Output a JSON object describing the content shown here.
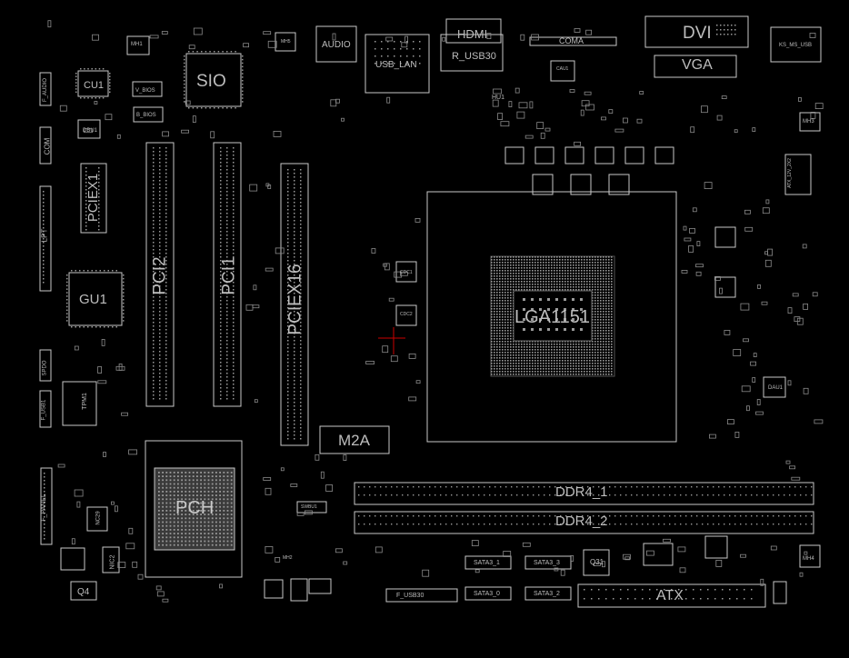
{
  "board": {
    "background": "#000000",
    "outline_color": "#c8c8c8",
    "pad_color": "#9a9a9a",
    "label_color": "#bdbdbd"
  },
  "labels": {
    "sio": "SIO",
    "cu1": "CU1",
    "mh1": "MH1",
    "v_bios": "V_BIOS",
    "b_bios": "B_BIOS",
    "dbu1": "DBU1",
    "audio": "AUDIO",
    "usb_lan": "USB_LAN",
    "hdmi": "HDMI",
    "r_usb30": "R_USB30",
    "hu1": "HU1",
    "coma": "COMA",
    "cau1": "CAU1",
    "dvi": "DVI",
    "vga": "VGA",
    "ks_ms_usb": "KS_MS_USB",
    "mh3": "MH3",
    "atx_12v_2x2": "ATX_12V_2X2",
    "mh4": "MH4",
    "pciex1": "PCIEX1",
    "pci2": "PCI2",
    "pci1": "PCI1",
    "pciex16": "PCIEX16",
    "gu1": "GU1",
    "lpt": "LPT",
    "com": "COM",
    "f_audio": "F_AUDIO",
    "spdo": "SPDO",
    "f_usb1": "F_USB1",
    "tpm1": "TPM1",
    "f_panel": "F_PANEL",
    "pch": "PCH",
    "m2a": "M2A",
    "lga1151": "LGA1151",
    "cdc1": "CDC1",
    "cdc2": "CDC2",
    "dau1": "DAU1",
    "ddr4_1": "DDR4_1",
    "ddr4_2": "DDR4_2",
    "sata3_1": "SATA3_1",
    "sata3_3": "SATA3_3",
    "sata3_0": "SATA3_0",
    "sata3_2": "SATA3_2",
    "q31": "Q31",
    "atx": "ATX",
    "q4": "Q4",
    "nic2": "NIC2",
    "nc29": "NC29",
    "f_usb30": "F_USB30",
    "mh2": "MH2",
    "swbu1": "SWBU1",
    "mh5": "MH5"
  }
}
